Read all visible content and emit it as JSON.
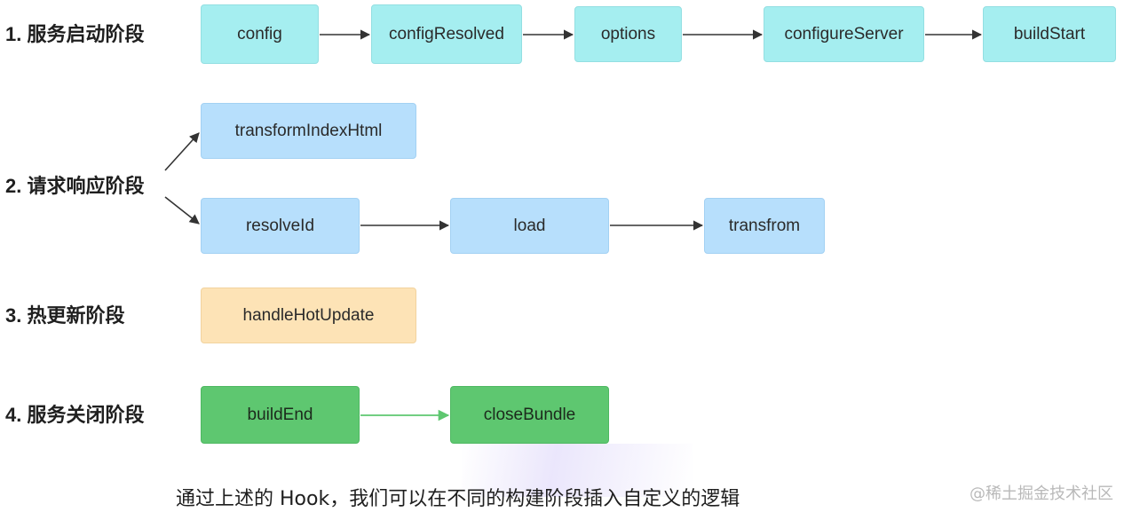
{
  "stages": [
    {
      "label": "1. 服务启动阶段",
      "nodes": [
        "config",
        "configResolved",
        "options",
        "configureServer",
        "buildStart"
      ]
    },
    {
      "label": "2. 请求响应阶段",
      "nodes": [
        "transformIndexHtml",
        "resolveId",
        "load",
        "transfrom"
      ]
    },
    {
      "label": "3. 热更新阶段",
      "nodes": [
        "handleHotUpdate"
      ]
    },
    {
      "label": "4. 服务关闭阶段",
      "nodes": [
        "buildEnd",
        "closeBundle"
      ]
    }
  ],
  "colors": {
    "startup": "#a5eef0",
    "request": "#b7dffc",
    "hmr": "#fde3b6",
    "close": "#5ec770",
    "arrow": "#333333",
    "green_arrow": "#5ec770"
  },
  "caption": "通过上述的 Hook，我们可以在不同的构建阶段插入自定义的逻辑",
  "watermark": "@稀土掘金技术社区"
}
